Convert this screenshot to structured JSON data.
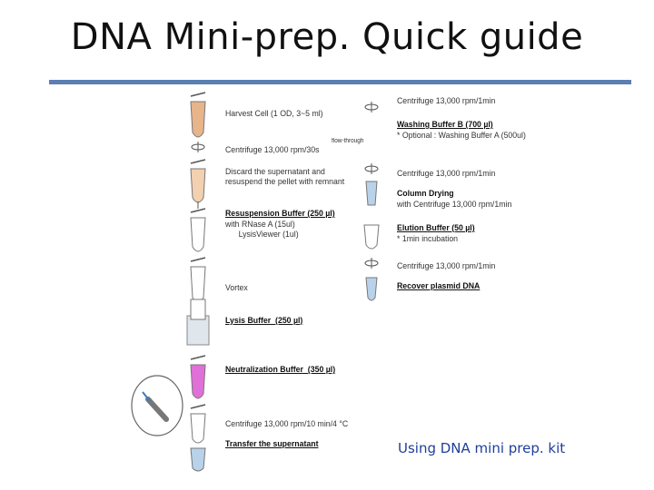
{
  "title": "DNA Mini-prep. Quick guide",
  "footnote": "Using DNA mini prep. kit",
  "left_steps": [
    {
      "label": "Harvest Cell (1 OD, 3~5 ml)",
      "bold": false
    },
    {
      "label": "Centrifuge 13,000 rpm/30s",
      "bold": false
    },
    {
      "label": "Discard the supernatant and\nresuspend the pellet with remnant",
      "bold": false
    },
    {
      "label": "Resuspension Buffer (250 µl)",
      "bold": true,
      "sub": "with RNase A (15ul)\n      LysisViewer (1ul)"
    },
    {
      "label": "Vortex",
      "bold": false
    },
    {
      "label": "Lysis Buffer  (250 µl)",
      "bold": true
    },
    {
      "label": "Neutralization Buffer  (350 µl)",
      "bold": true
    },
    {
      "label": "Centrifuge 13,000 rpm/10 min/4 °C",
      "bold": false
    },
    {
      "label": "Transfer the supernatant",
      "bold": true
    }
  ],
  "right_steps": [
    {
      "label": "Centrifuge 13,000 rpm/1min",
      "bold": false
    },
    {
      "label": "Washing Buffer B (700 µl)",
      "bold": true,
      "sub": "* Optional : Washing Buffer A (500ul)"
    },
    {
      "label": "Centrifuge 13,000 rpm/1min",
      "bold": false
    },
    {
      "label": "Column Drying",
      "bold": true,
      "sub": "with Centrifuge 13,000 rpm/1min"
    },
    {
      "label": "Elution Buffer (50 µl)",
      "bold": true,
      "sub": "* 1min incubation"
    },
    {
      "label": "Centrifuge 13,000 rpm/1min",
      "bold": false
    },
    {
      "label": "Recover plasmid DNA",
      "bold": true
    }
  ],
  "flow_through_label": "flow-through",
  "colors": {
    "rule": "#5b7fb3",
    "footnote": "#1f3f9a",
    "tube_tan": "#e8b48a",
    "tube_pink": "#e070d8",
    "tube_blue": "#7fb0d8"
  }
}
